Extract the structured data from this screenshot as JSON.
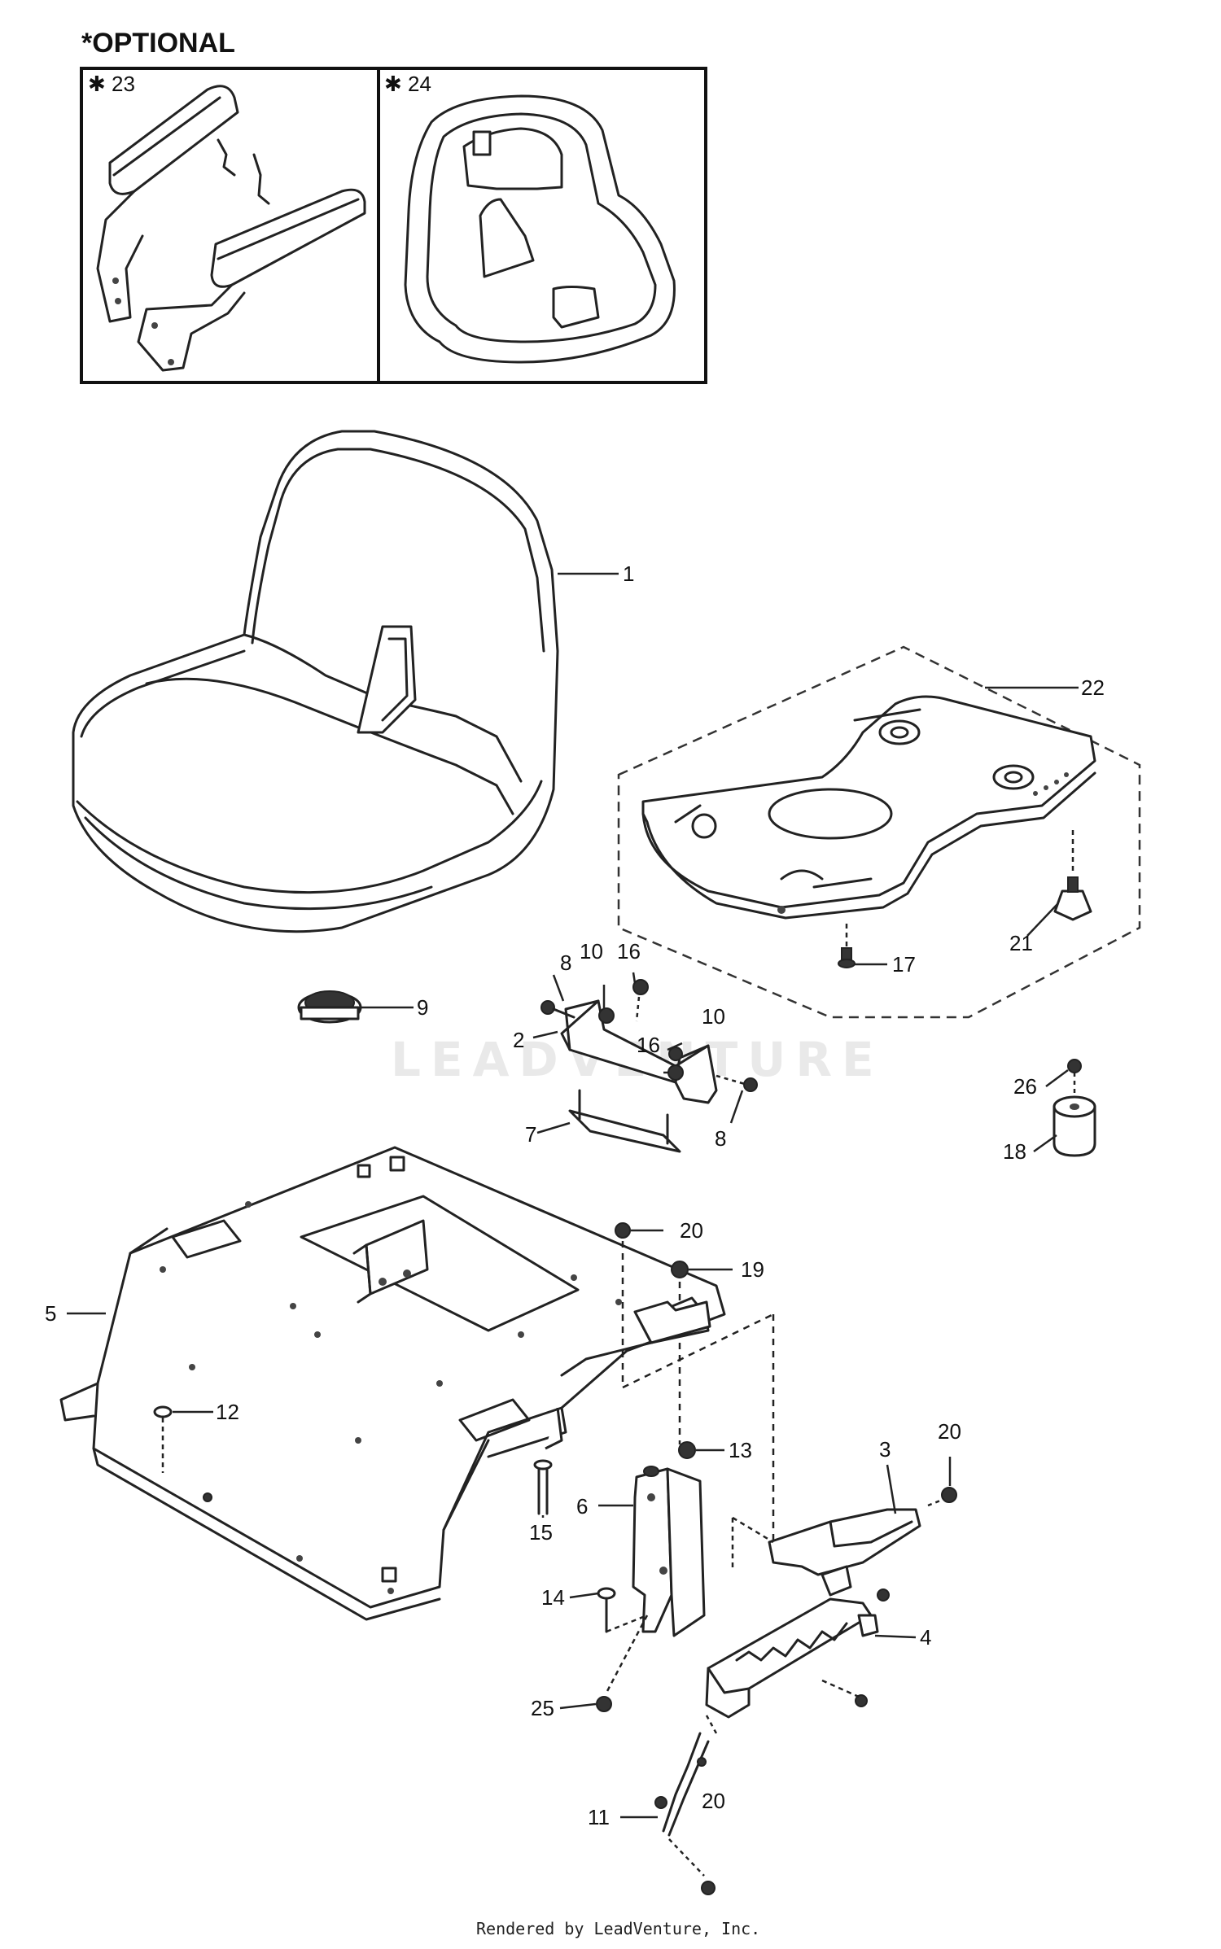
{
  "header": {
    "optional_title": "*OPTIONAL"
  },
  "optional_parts": [
    {
      "label": "✱ 23"
    },
    {
      "label": "✱ 24"
    }
  ],
  "callouts": {
    "c1": "1",
    "c2": "2",
    "c3": "3",
    "c4": "4",
    "c5": "5",
    "c6": "6",
    "c7": "7",
    "c8a": "8",
    "c8b": "8",
    "c9": "9",
    "c10a": "10",
    "c10b": "10",
    "c11": "11",
    "c12": "12",
    "c13": "13",
    "c14": "14",
    "c15": "15",
    "c16a": "16",
    "c16b": "16",
    "c17": "17",
    "c18": "18",
    "c19": "19",
    "c20a": "20",
    "c20b": "20",
    "c20c": "20",
    "c21": "21",
    "c22": "22",
    "c25": "25",
    "c26": "26"
  },
  "watermark": "LEADVENTURE",
  "footer": {
    "credit": "Rendered by LeadVenture, Inc."
  },
  "colors": {
    "line": "#222222",
    "background": "#ffffff"
  }
}
